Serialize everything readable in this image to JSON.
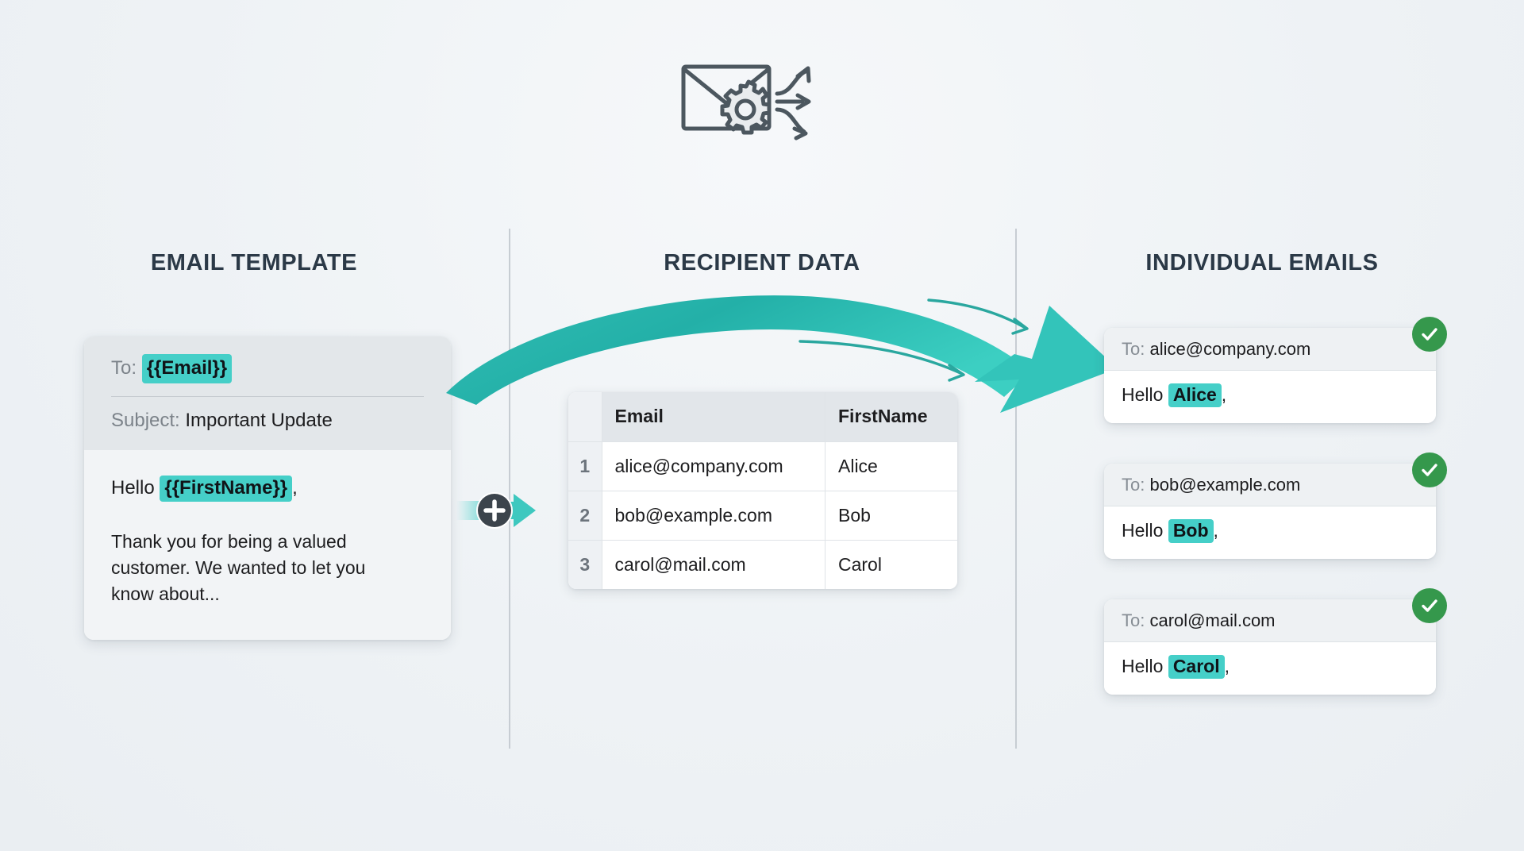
{
  "header": {
    "icon": "envelope-gear-distribute-icon"
  },
  "columns": {
    "template_heading": "EMAIL TEMPLATE",
    "recipients_heading": "RECIPIENT DATA",
    "emails_heading": "INDIVIDUAL EMAILS"
  },
  "template_card": {
    "to_label": "To:",
    "to_value": "{{Email}}",
    "subject_label": "Subject:",
    "subject_value": "Important Update",
    "greeting_prefix": "Hello",
    "greeting_token": "{{FirstName}}",
    "greeting_suffix": ",",
    "body_text": "Thank you for being a valued customer. We wanted to let you know about..."
  },
  "merge_badge": {
    "icon": "plus-icon",
    "arrow_icon": "arrow-right-icon"
  },
  "recipient_table": {
    "headers": [
      "",
      "Email",
      "FirstName"
    ],
    "rows": [
      {
        "num": "1",
        "email": "alice@company.com",
        "first_name": "Alice"
      },
      {
        "num": "2",
        "email": "bob@example.com",
        "first_name": "Bob"
      },
      {
        "num": "3",
        "email": "carol@mail.com",
        "first_name": "Carol"
      }
    ]
  },
  "flow_arrow": {
    "icon": "curved-arrow-right-icon"
  },
  "email_cards": [
    {
      "to_label": "To:",
      "to_value": "alice@company.com",
      "greeting_prefix": "Hello",
      "greeting_token": "Alice",
      "greeting_suffix": ",",
      "status_icon": "check-circle-icon"
    },
    {
      "to_label": "To:",
      "to_value": "bob@example.com",
      "greeting_prefix": "Hello",
      "greeting_token": "Bob",
      "greeting_suffix": ",",
      "status_icon": "check-circle-icon"
    },
    {
      "to_label": "To:",
      "to_value": "carol@mail.com",
      "greeting_prefix": "Hello",
      "greeting_token": "Carol",
      "greeting_suffix": ",",
      "status_icon": "check-circle-icon"
    }
  ],
  "colors": {
    "background": "#f1f4f7",
    "accent_teal": "#45cfc8",
    "arrow_teal": "#2cb5aa",
    "success_green": "#35984c",
    "heading_navy": "#2b3947",
    "divider_grey": "#c7cdd3"
  }
}
